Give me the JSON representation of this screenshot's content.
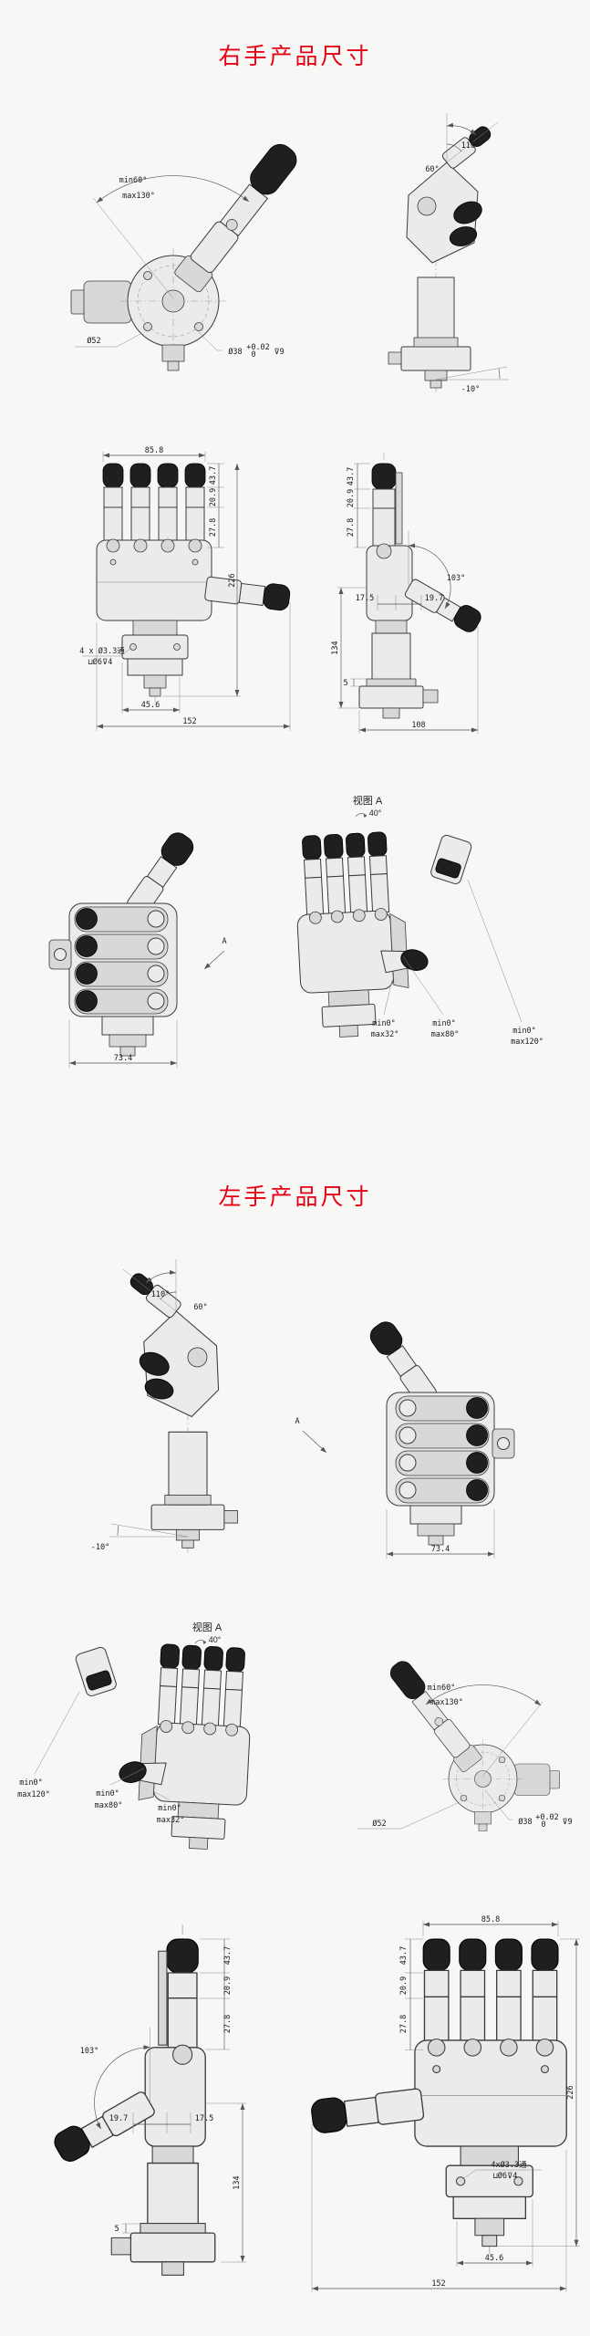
{
  "page": {
    "background": "#f7f7f6",
    "accent_red": "#e60012"
  },
  "right": {
    "title": "右手产品尺寸",
    "base_view": {
      "min_angle": "min60°",
      "max_angle": "max130°",
      "outer_dia": "Ø52",
      "bore_dia": "Ø38",
      "tol_upper": "+0.02",
      "tol_lower": "0",
      "bore_depth": "⊽9"
    },
    "folded_view": {
      "angle_110": "110°",
      "angle_60": "60°",
      "angle_neg10": "-10°"
    },
    "front_view": {
      "finger_span": "85.8",
      "seg_top": "43.7",
      "seg_mid": "20.9",
      "seg_low": "27.8",
      "overall_height": "226",
      "holes_note_1": "4 x Ø3.3通",
      "holes_note_2": "⊔Ø6⊽4",
      "base_width": "45.6",
      "overall_width": "152"
    },
    "side_view": {
      "seg_top": "43.7",
      "seg_mid": "20.9",
      "seg_low": "27.8",
      "thumb_angle": "103°",
      "dim_17_5": "17.5",
      "dim_19_7": "19.7",
      "dim_134": "134",
      "dim_108": "108",
      "dim_5": "5"
    },
    "view_a": {
      "label": "视图 A",
      "angle": "40°"
    },
    "palm_view": {
      "width": "73.4",
      "marker": "A"
    },
    "range_view": {
      "g1_min": "min0°",
      "g1_max": "max32°",
      "g2_min": "min0°",
      "g2_max": "max80°",
      "g3_min": "min0°",
      "g3_max": "max120°"
    }
  },
  "left": {
    "title": "左手产品尺寸",
    "folded_view": {
      "angle_110": "110°",
      "angle_60": "60°",
      "angle_neg10": "-10°"
    },
    "palm_view": {
      "width": "73.4",
      "marker": "A"
    },
    "view_a": {
      "label": "视图 A",
      "angle": "40°"
    },
    "range_view": {
      "g1_min": "min0°",
      "g1_max": "max32°",
      "g2_min": "min0°",
      "g2_max": "max80°",
      "g3_min": "min0°",
      "g3_max": "max120°"
    },
    "base_view": {
      "min_angle": "min60°",
      "max_angle": "max130°",
      "outer_dia": "Ø52",
      "bore_dia": "Ø38",
      "tol_upper": "+0.02",
      "tol_lower": "0",
      "bore_depth": "⊽9"
    },
    "side_view": {
      "seg_top": "43.7",
      "seg_mid": "20.9",
      "seg_low": "27.8",
      "thumb_angle": "103°",
      "dim_17_5": "17.5",
      "dim_19_7": "19.7",
      "dim_134": "134",
      "dim_5": "5"
    },
    "front_view": {
      "finger_span": "85.8",
      "seg_top": "43.7",
      "seg_mid": "20.9",
      "seg_low": "27.8",
      "overall_height": "226",
      "holes_note_1": "4xØ3.3通",
      "holes_note_2": "⊔Ø6⊽4",
      "base_width": "45.6",
      "overall_width": "152"
    }
  }
}
